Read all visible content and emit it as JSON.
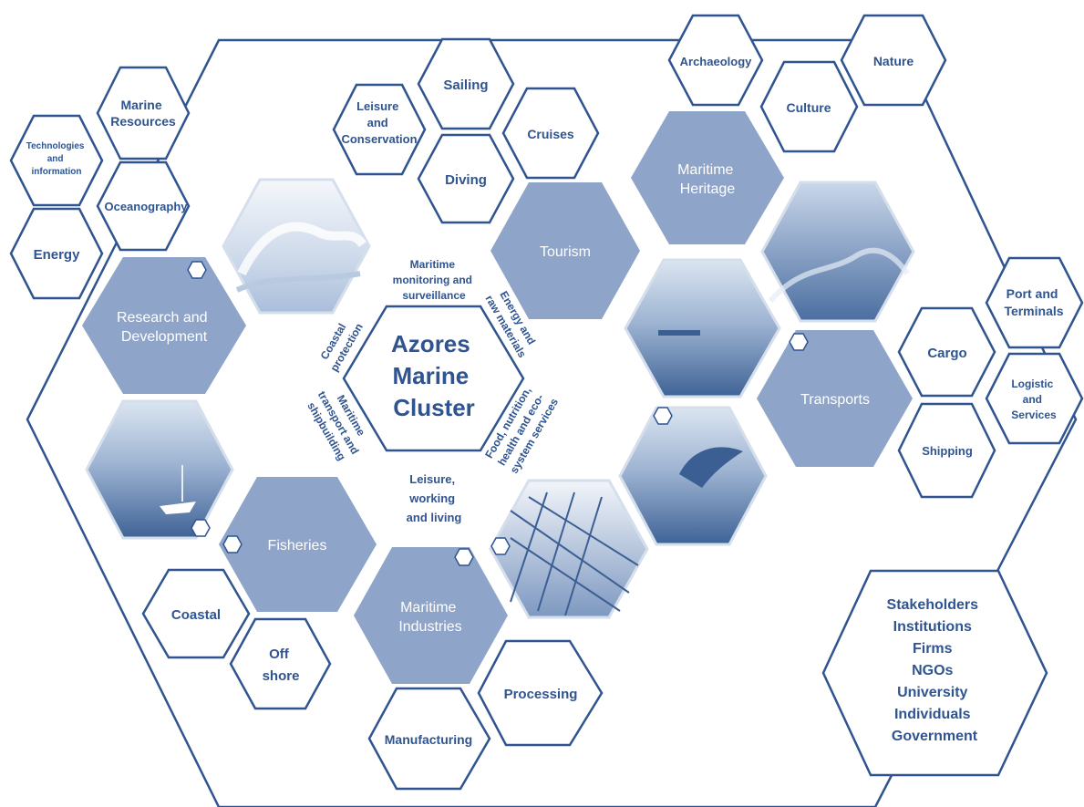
{
  "center": {
    "lines": [
      "Azores",
      "Marine",
      "Cluster"
    ]
  },
  "sectors": {
    "research": [
      "Research and",
      "Development"
    ],
    "tourism": [
      "Tourism"
    ],
    "heritage": [
      "Maritime",
      "Heritage"
    ],
    "transports": [
      "Transports"
    ],
    "fisheries": [
      "Fisheries"
    ],
    "industries": [
      "Maritime",
      "Industries"
    ]
  },
  "sub_nodes": {
    "marine_resources": [
      "Marine",
      "Resources"
    ],
    "technologies": [
      "Technologies",
      "and",
      "information"
    ],
    "oceanography": [
      "Oceanography"
    ],
    "energy": [
      "Energy"
    ],
    "sailing": [
      "Sailing"
    ],
    "leisure_conservation": [
      "Leisure",
      "and",
      "Conservation"
    ],
    "cruises": [
      "Cruises"
    ],
    "diving": [
      "Diving"
    ],
    "archaeology": [
      "Archaeology"
    ],
    "nature": [
      "Nature"
    ],
    "culture": [
      "Culture"
    ],
    "port_terminals": [
      "Port and",
      "Terminals"
    ],
    "cargo": [
      "Cargo"
    ],
    "logistic": [
      "Logistic",
      "and",
      "Services"
    ],
    "shipping": [
      "Shipping"
    ],
    "coastal": [
      "Coastal"
    ],
    "off_shore": [
      "Off",
      "shore"
    ],
    "processing": [
      "Processing"
    ],
    "manufacturing": [
      "Manufacturing"
    ]
  },
  "inner_labels": {
    "top": [
      "Maritime",
      "monitoring and",
      "surveillance"
    ],
    "upper_right": [
      "Energy and",
      "raw materials"
    ],
    "lower_right": [
      "Food, nutrition,",
      "health and eco-",
      "system services"
    ],
    "bottom": [
      "Leisure,",
      "working",
      "and living"
    ],
    "lower_left": [
      "Maritime",
      "transport and",
      "shipbuilding"
    ],
    "upper_left": [
      "Coastal",
      "protection"
    ]
  },
  "stakeholders": [
    "Stakeholders",
    "Institutions",
    "Firms",
    "NGOs",
    "University",
    "Individuals",
    "Government"
  ],
  "colors": {
    "outline": "#2f5490",
    "sector_fill": "#8ea4c8",
    "text_dark": "#2f5490",
    "photo_light": "#e6edf6",
    "photo_mid": "#7f9cc4",
    "photo_deep": "#3b5f93"
  }
}
